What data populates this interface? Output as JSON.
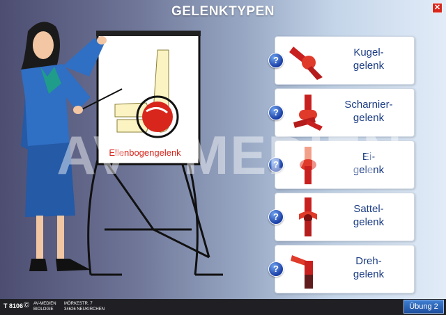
{
  "header": {
    "title": "GELENKTYPEN",
    "close_icon": "close-x-icon"
  },
  "flipchart": {
    "label": "Ellenbogengelenk"
  },
  "watermark": "AV - MEDIEN",
  "joint_types": [
    {
      "id": "kugel",
      "line1": "Kugel-",
      "line2": "gelenk",
      "icon": "ball-joint-icon"
    },
    {
      "id": "scharnier",
      "line1": "Scharnier-",
      "line2": "gelenk",
      "icon": "hinge-joint-icon"
    },
    {
      "id": "ei",
      "line1": "Ei-",
      "line2": "gelenk",
      "icon": "ellipsoid-joint-icon"
    },
    {
      "id": "sattel",
      "line1": "Sattel-",
      "line2": "gelenk",
      "icon": "saddle-joint-icon"
    },
    {
      "id": "dreh",
      "line1": "Dreh-",
      "line2": "gelenk",
      "icon": "pivot-joint-icon"
    }
  ],
  "question_button_label": "?",
  "footer": {
    "code": "T 8106",
    "copyright": "©",
    "publisher": "AV-MEDIEN",
    "subject": "BIOLOGIE",
    "street": "MÖRKESTR. 7",
    "city": "34626 NEUKIRCHEN",
    "next_button": "Übung 2"
  },
  "colors": {
    "accent": "#d8261c",
    "label_blue": "#1a3b82",
    "button_blue": "#1e4e9e"
  }
}
